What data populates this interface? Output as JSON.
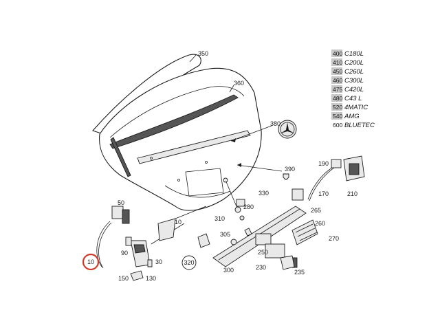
{
  "callouts": [
    {
      "id": "c350",
      "text": "350"
    },
    {
      "id": "c360",
      "text": "360"
    },
    {
      "id": "c380",
      "text": "380"
    },
    {
      "id": "c390",
      "text": "390"
    },
    {
      "id": "c190",
      "text": "190"
    },
    {
      "id": "c170",
      "text": "170"
    },
    {
      "id": "c210",
      "text": "210"
    },
    {
      "id": "c330",
      "text": "330"
    },
    {
      "id": "c280",
      "text": "280"
    },
    {
      "id": "c265",
      "text": "265"
    },
    {
      "id": "c310",
      "text": "310"
    },
    {
      "id": "c260",
      "text": "260"
    },
    {
      "id": "c50",
      "text": "50"
    },
    {
      "id": "c10a",
      "text": "10"
    },
    {
      "id": "c305",
      "text": "305"
    },
    {
      "id": "c270",
      "text": "270"
    },
    {
      "id": "c90",
      "text": "90"
    },
    {
      "id": "c30",
      "text": "30"
    },
    {
      "id": "c320",
      "text": "320"
    },
    {
      "id": "c250",
      "text": "250"
    },
    {
      "id": "c300",
      "text": "300"
    },
    {
      "id": "c230",
      "text": "230"
    },
    {
      "id": "c150",
      "text": "150"
    },
    {
      "id": "c130",
      "text": "130"
    },
    {
      "id": "c235",
      "text": "235"
    },
    {
      "id": "c10b",
      "text": "10"
    }
  ],
  "model_codes": [
    {
      "num": "400",
      "name": "C180L"
    },
    {
      "num": "410",
      "name": "C200L"
    },
    {
      "num": "450",
      "name": "C260L"
    },
    {
      "num": "460",
      "name": "C300L"
    },
    {
      "num": "475",
      "name": "C420L"
    },
    {
      "num": "480",
      "name": "C43 L"
    },
    {
      "num": "520",
      "name": "4MATIC"
    },
    {
      "num": "540",
      "name": "AMG"
    },
    {
      "num": "600",
      "name": "BLUETEC"
    }
  ],
  "colors": {
    "highlight_ring": "#d03a2a",
    "line": "#1a1a1a",
    "code_box": "#c8c8c8"
  }
}
